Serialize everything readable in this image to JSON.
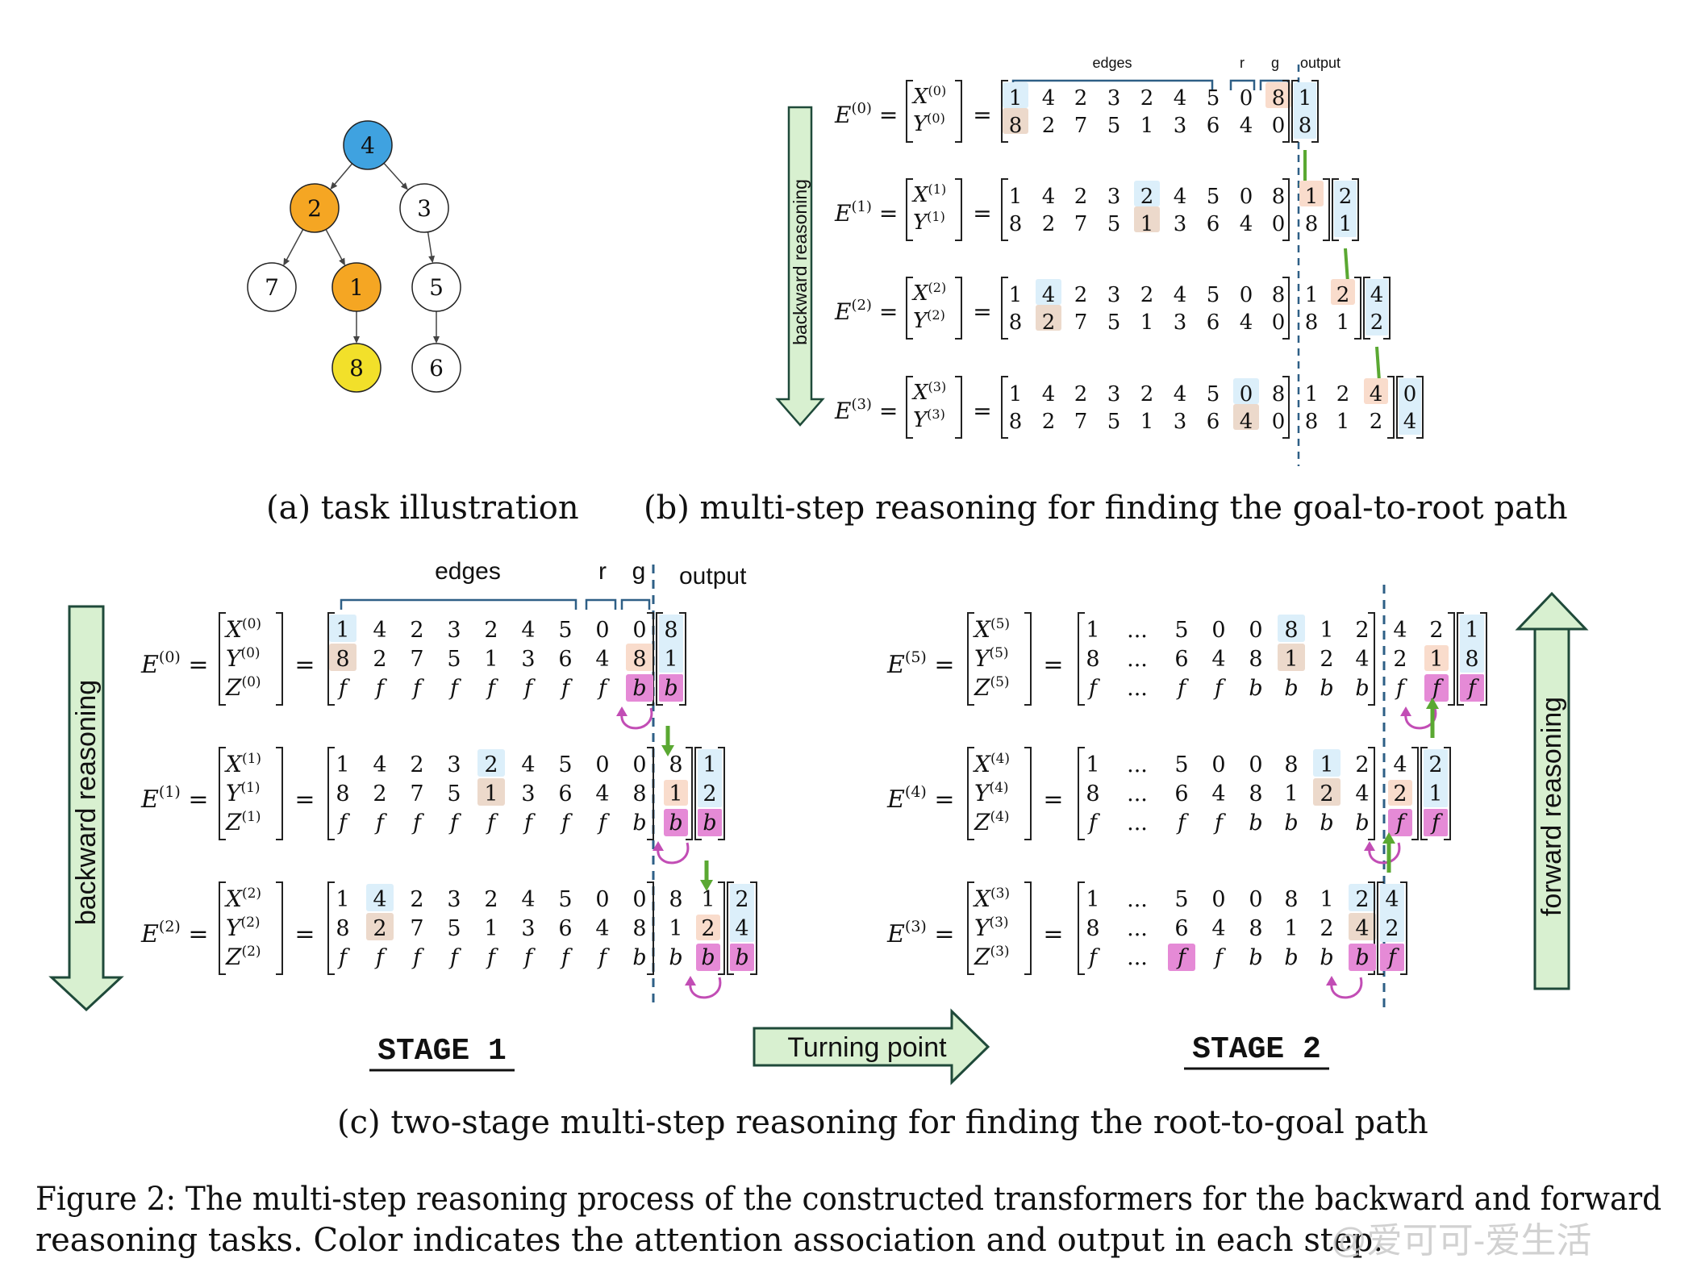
{
  "tree": {
    "nodes": [
      {
        "label": "4",
        "color": "#3fa2e0"
      },
      {
        "label": "2",
        "color": "#f5a623"
      },
      {
        "label": "3",
        "color": "#ffffff"
      },
      {
        "label": "7",
        "color": "#ffffff"
      },
      {
        "label": "1",
        "color": "#f5a623"
      },
      {
        "label": "5",
        "color": "#ffffff"
      },
      {
        "label": "8",
        "color": "#f2e02a"
      },
      {
        "label": "6",
        "color": "#ffffff"
      }
    ],
    "edges": [
      [
        "4",
        "2"
      ],
      [
        "4",
        "3"
      ],
      [
        "2",
        "7"
      ],
      [
        "2",
        "1"
      ],
      [
        "3",
        "5"
      ],
      [
        "1",
        "8"
      ],
      [
        "5",
        "6"
      ]
    ]
  },
  "panel_b": {
    "brace_labels": {
      "edges": "edges",
      "r": "r",
      "g": "g",
      "output": "output"
    },
    "arrow_label": "backward reasoning",
    "rows": [
      {
        "lhs": "E",
        "sup": "(0)",
        "top": [
          "1",
          "4",
          "2",
          "3",
          "2",
          "4",
          "5",
          "0",
          "8"
        ],
        "bot": [
          "8",
          "2",
          "7",
          "5",
          "1",
          "3",
          "6",
          "4",
          "0"
        ],
        "out": [],
        "vec": [
          "1",
          "8"
        ]
      },
      {
        "lhs": "E",
        "sup": "(1)",
        "top": [
          "1",
          "4",
          "2",
          "3",
          "2",
          "4",
          "5",
          "0",
          "8"
        ],
        "bot": [
          "8",
          "2",
          "7",
          "5",
          "1",
          "3",
          "6",
          "4",
          "0"
        ],
        "out": [
          [
            "1",
            "8"
          ]
        ],
        "vec": [
          "2",
          "1"
        ]
      },
      {
        "lhs": "E",
        "sup": "(2)",
        "top": [
          "1",
          "4",
          "2",
          "3",
          "2",
          "4",
          "5",
          "0",
          "8"
        ],
        "bot": [
          "8",
          "2",
          "7",
          "5",
          "1",
          "3",
          "6",
          "4",
          "0"
        ],
        "out": [
          [
            "1",
            "8"
          ],
          [
            "2",
            "1"
          ]
        ],
        "vec": [
          "4",
          "2"
        ]
      },
      {
        "lhs": "E",
        "sup": "(3)",
        "top": [
          "1",
          "4",
          "2",
          "3",
          "2",
          "4",
          "5",
          "0",
          "8"
        ],
        "bot": [
          "8",
          "2",
          "7",
          "5",
          "1",
          "3",
          "6",
          "4",
          "0"
        ],
        "out": [
          [
            "1",
            "8"
          ],
          [
            "2",
            "1"
          ],
          [
            "4",
            "2"
          ]
        ],
        "vec": [
          "0",
          "4"
        ]
      }
    ]
  },
  "panel_c1": {
    "brace_labels": {
      "edges": "edges",
      "r": "r",
      "g": "g",
      "output": "output"
    },
    "arrow_label": "backward reasoning",
    "stage_label": "STAGE 1",
    "rows": [
      {
        "sup": "(0)",
        "top": [
          "1",
          "4",
          "2",
          "3",
          "2",
          "4",
          "5",
          "0",
          "0"
        ],
        "mid": [
          "8",
          "2",
          "7",
          "5",
          "1",
          "3",
          "6",
          "4",
          "8"
        ],
        "bot": [
          "f",
          "f",
          "f",
          "f",
          "f",
          "f",
          "f",
          "f",
          "b"
        ],
        "out": [],
        "vec": [
          "8",
          "1",
          "b"
        ]
      },
      {
        "sup": "(1)",
        "top": [
          "1",
          "4",
          "2",
          "3",
          "2",
          "4",
          "5",
          "0",
          "0"
        ],
        "mid": [
          "8",
          "2",
          "7",
          "5",
          "1",
          "3",
          "6",
          "4",
          "8"
        ],
        "bot": [
          "f",
          "f",
          "f",
          "f",
          "f",
          "f",
          "f",
          "f",
          "b"
        ],
        "out": [
          [
            "8",
            "1",
            "b"
          ]
        ],
        "vec": [
          "1",
          "2",
          "b"
        ]
      },
      {
        "sup": "(2)",
        "top": [
          "1",
          "4",
          "2",
          "3",
          "2",
          "4",
          "5",
          "0",
          "0"
        ],
        "mid": [
          "8",
          "2",
          "7",
          "5",
          "1",
          "3",
          "6",
          "4",
          "8"
        ],
        "bot": [
          "f",
          "f",
          "f",
          "f",
          "f",
          "f",
          "f",
          "f",
          "b"
        ],
        "out": [
          [
            "8",
            "1",
            "b"
          ],
          [
            "1",
            "2",
            "b"
          ]
        ],
        "vec": [
          "2",
          "4",
          "b"
        ]
      }
    ]
  },
  "panel_c2": {
    "arrow_label": "forward reasoning",
    "stage_label": "STAGE 2",
    "turning_label": "Turning point",
    "ellipsis": "...",
    "rows": [
      {
        "sup": "(5)",
        "top": [
          "1",
          "5",
          "0",
          "0",
          "8",
          "1",
          "2"
        ],
        "mid": [
          "8",
          "6",
          "4",
          "8",
          "1",
          "2",
          "4"
        ],
        "bot": [
          "f",
          "f",
          "f",
          "b",
          "b",
          "b",
          "b"
        ],
        "out": [
          [
            "4",
            "2",
            "f"
          ],
          [
            "2",
            "1",
            "f"
          ]
        ],
        "vec": [
          "1",
          "8",
          "f"
        ]
      },
      {
        "sup": "(4)",
        "top": [
          "1",
          "5",
          "0",
          "0",
          "8",
          "1",
          "2"
        ],
        "mid": [
          "8",
          "6",
          "4",
          "8",
          "1",
          "2",
          "4"
        ],
        "bot": [
          "f",
          "f",
          "f",
          "b",
          "b",
          "b",
          "b"
        ],
        "out": [
          [
            "4",
            "2",
            "f"
          ]
        ],
        "vec": [
          "2",
          "1",
          "f"
        ]
      },
      {
        "sup": "(3)",
        "top": [
          "1",
          "5",
          "0",
          "0",
          "8",
          "1",
          "2"
        ],
        "mid": [
          "8",
          "6",
          "4",
          "8",
          "1",
          "2",
          "4"
        ],
        "bot": [
          "f",
          "f",
          "f",
          "b",
          "b",
          "b",
          "b"
        ],
        "out": [],
        "vec": [
          "4",
          "2",
          "f"
        ]
      }
    ]
  },
  "captions": {
    "a": "(a) task illustration",
    "b": "(b) multi-step reasoning for finding the goal-to-root path",
    "c": "(c) two-stage multi-step reasoning for finding the root-to-goal path",
    "figure_line1": "Figure 2: The multi-step reasoning process of the constructed transformers for the backward and forward",
    "figure_line2": "reasoning tasks. Color indicates the attention association and output in each step.",
    "watermark": "@爱可可-爱生活"
  },
  "colors": {
    "blue_highlight": "#dceffa",
    "tan_highlight": "#ecd9cb",
    "peach_highlight": "#f9dccc",
    "magenta_highlight": "#e58ad6",
    "arrow_green": "#5aa832",
    "big_arrow_fill": "#d8f0d0",
    "big_arrow_stroke": "#1f4a3a",
    "brace": "#2e5f86",
    "dashed": "#2e5f86"
  }
}
